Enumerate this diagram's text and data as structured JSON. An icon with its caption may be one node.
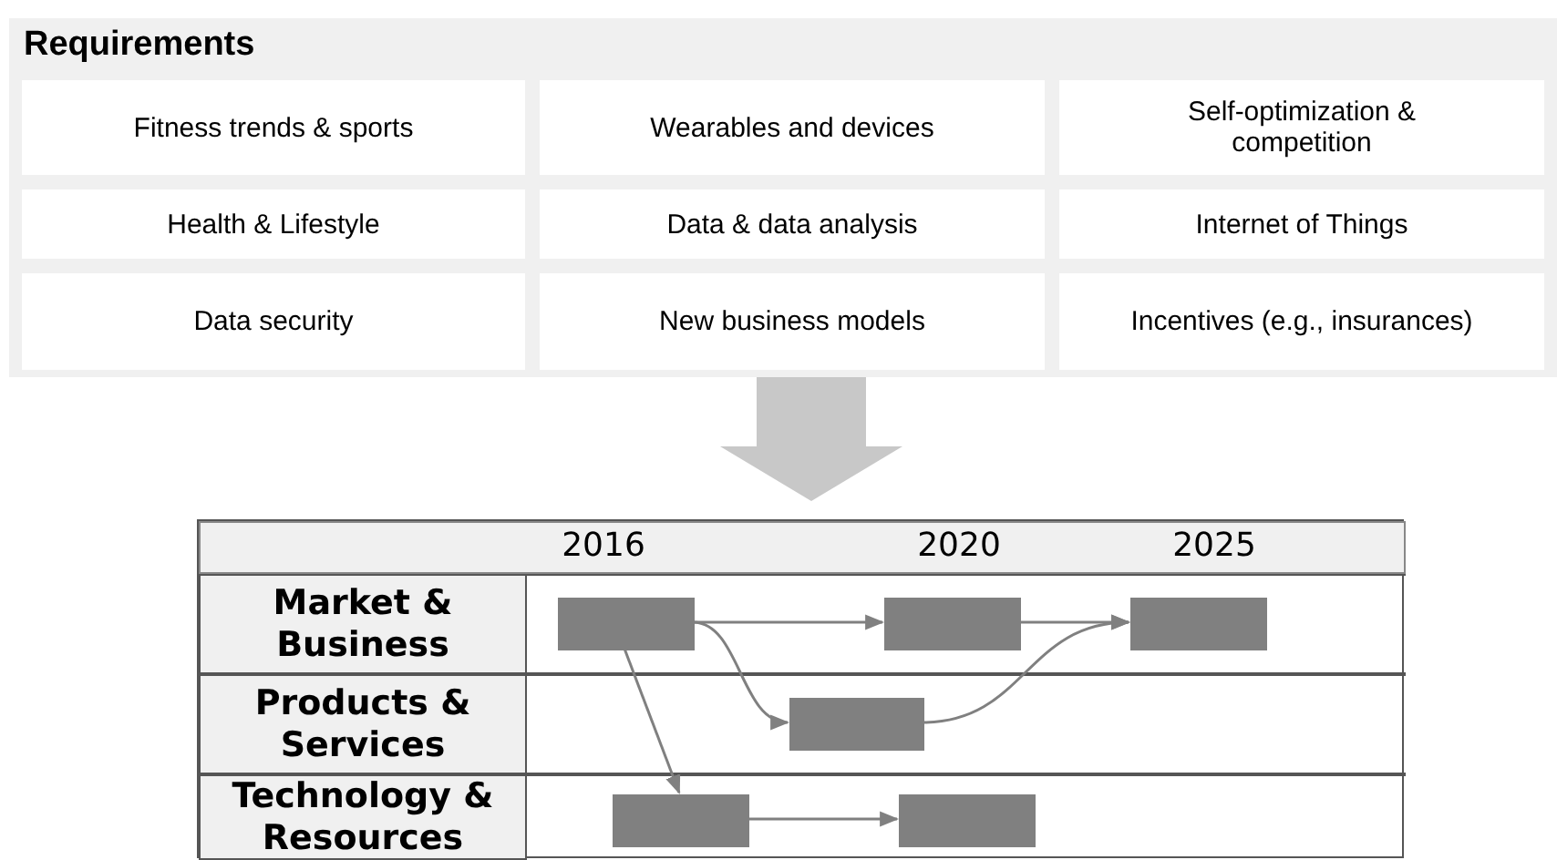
{
  "diagram": {
    "nodes": [
      {
        "text": [
          "Requirements"
        ]
      },
      {
        "text": [
          "Fitness trends & sports"
        ],
        "in": 0
      },
      {
        "text": [
          "Wearables and devices"
        ],
        "in": 0
      },
      {
        "text": [
          "Self-optimization & competition"
        ],
        "in": 0
      },
      {
        "text": [
          "Health & Lifestyle"
        ],
        "in": 0
      },
      {
        "text": [
          "Data & data analysis"
        ],
        "in": 0
      },
      {
        "text": [
          "Internet of Things"
        ],
        "in": 0
      },
      {
        "text": [
          "Data security"
        ],
        "in": 0
      },
      {
        "text": [
          "New business models"
        ],
        "in": 0
      },
      {
        "text": [
          "Incentives (e.g., insurances)"
        ],
        "in": 0
      },
      {
        "text": [],
        "shape": "box"
      },
      {
        "text": [
          "Market & Business"
        ],
        "in": 10
      },
      {
        "text": [
          "Products & Services"
        ],
        "in": 10
      },
      {
        "text": [
          "Technology & Resources"
        ],
        "in": 10
      },
      {
        "text": [],
        "shape": "box",
        "in": 10
      },
      {
        "text": [],
        "shape": "box",
        "in": 10
      },
      {
        "text": [],
        "shape": "box",
        "in": 10
      },
      {
        "text": [],
        "shape": "box",
        "in": 10
      },
      {
        "text": [],
        "shape": "box",
        "in": 10
      },
      {
        "text": [],
        "shape": "box",
        "in": 10
      }
    ],
    "edges": [
      {
        "from": 0,
        "to": 10,
        "arrow": "to",
        "style": "thick"
      },
      {
        "from": 14,
        "to": 15,
        "arrow": "to"
      },
      {
        "from": 15,
        "to": 16,
        "arrow": "to"
      },
      {
        "from": 14,
        "to": 17,
        "arrow": "to"
      },
      {
        "from": 17,
        "to": 16,
        "arrow": "to"
      },
      {
        "from": 14,
        "to": 18,
        "arrow": "to"
      },
      {
        "from": 18,
        "to": 19,
        "arrow": "to"
      }
    ],
    "labels": [
      "2016",
      "2020",
      "2025"
    ]
  }
}
